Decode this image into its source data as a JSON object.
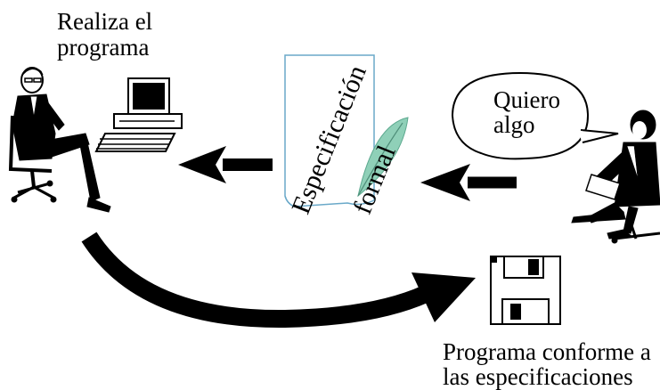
{
  "labels": {
    "programmer_line1": "Realiza el",
    "programmer_line2": "programa",
    "bubble_line1": "Quiero",
    "bubble_line2": "algo",
    "spec_line1": "Especificación",
    "spec_line2": "formal",
    "result_line1": "Programa conforme a",
    "result_line2": "las especificaciones"
  },
  "icons": [
    "programmer-figure",
    "computer",
    "specification-document",
    "quill-feather",
    "speech-bubble",
    "client-figure",
    "floppy-disk",
    "arrow-left",
    "arrow-left",
    "curved-arrow"
  ],
  "colors": {
    "ink": "#000000",
    "paper": "#ffffff",
    "feather": "#7fc4b0"
  }
}
